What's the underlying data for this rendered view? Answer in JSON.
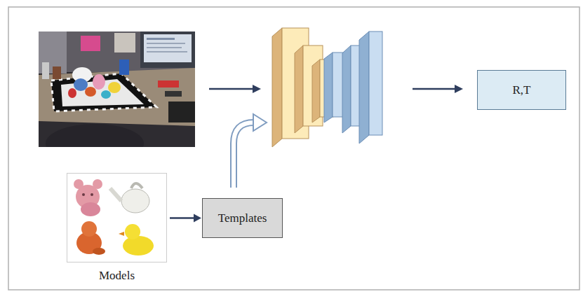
{
  "diagram": {
    "nodes": [
      {
        "text": [
          "R,T"
        ]
      },
      {
        "text": [
          "Models"
        ]
      },
      {
        "text": [
          "Templates"
        ]
      }
    ],
    "edges": [
      {
        "from": 1,
        "to": 2,
        "arrow": "to"
      }
    ]
  }
}
